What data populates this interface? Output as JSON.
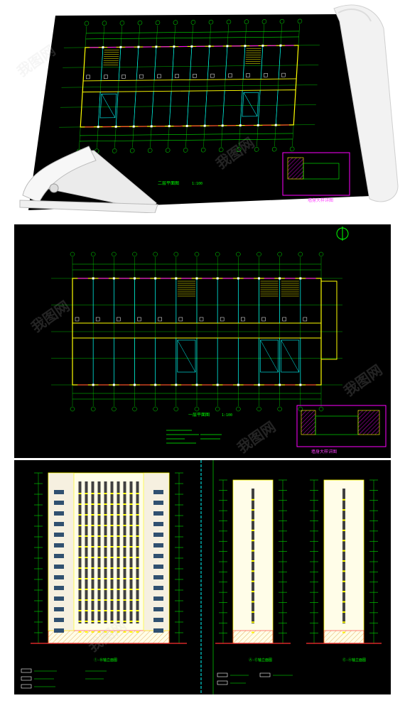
{
  "watermark": {
    "text": "我图网"
  },
  "sheet1": {
    "plan_title": "二层平面图",
    "plan_scale": "1:100",
    "inset_caption": "墙身大样详图"
  },
  "sheet2": {
    "plan_title": "一层平面图",
    "plan_scale": "1:100",
    "inset_caption": "墙身大样详图"
  },
  "sheet3": {
    "elev_left": "①-⑩轴立面图",
    "elev_mid": "Ⓐ-Ⓔ轴立面图",
    "elev_right": "Ⓔ-Ⓐ轴立面图"
  },
  "colors": {
    "cad_bg": "#000000",
    "grid_green": "#00e000",
    "wall_yellow": "#ffff00",
    "cyan": "#00ffff",
    "magenta": "#ff00ff",
    "red": "#ff3030",
    "white": "#ffffff"
  }
}
